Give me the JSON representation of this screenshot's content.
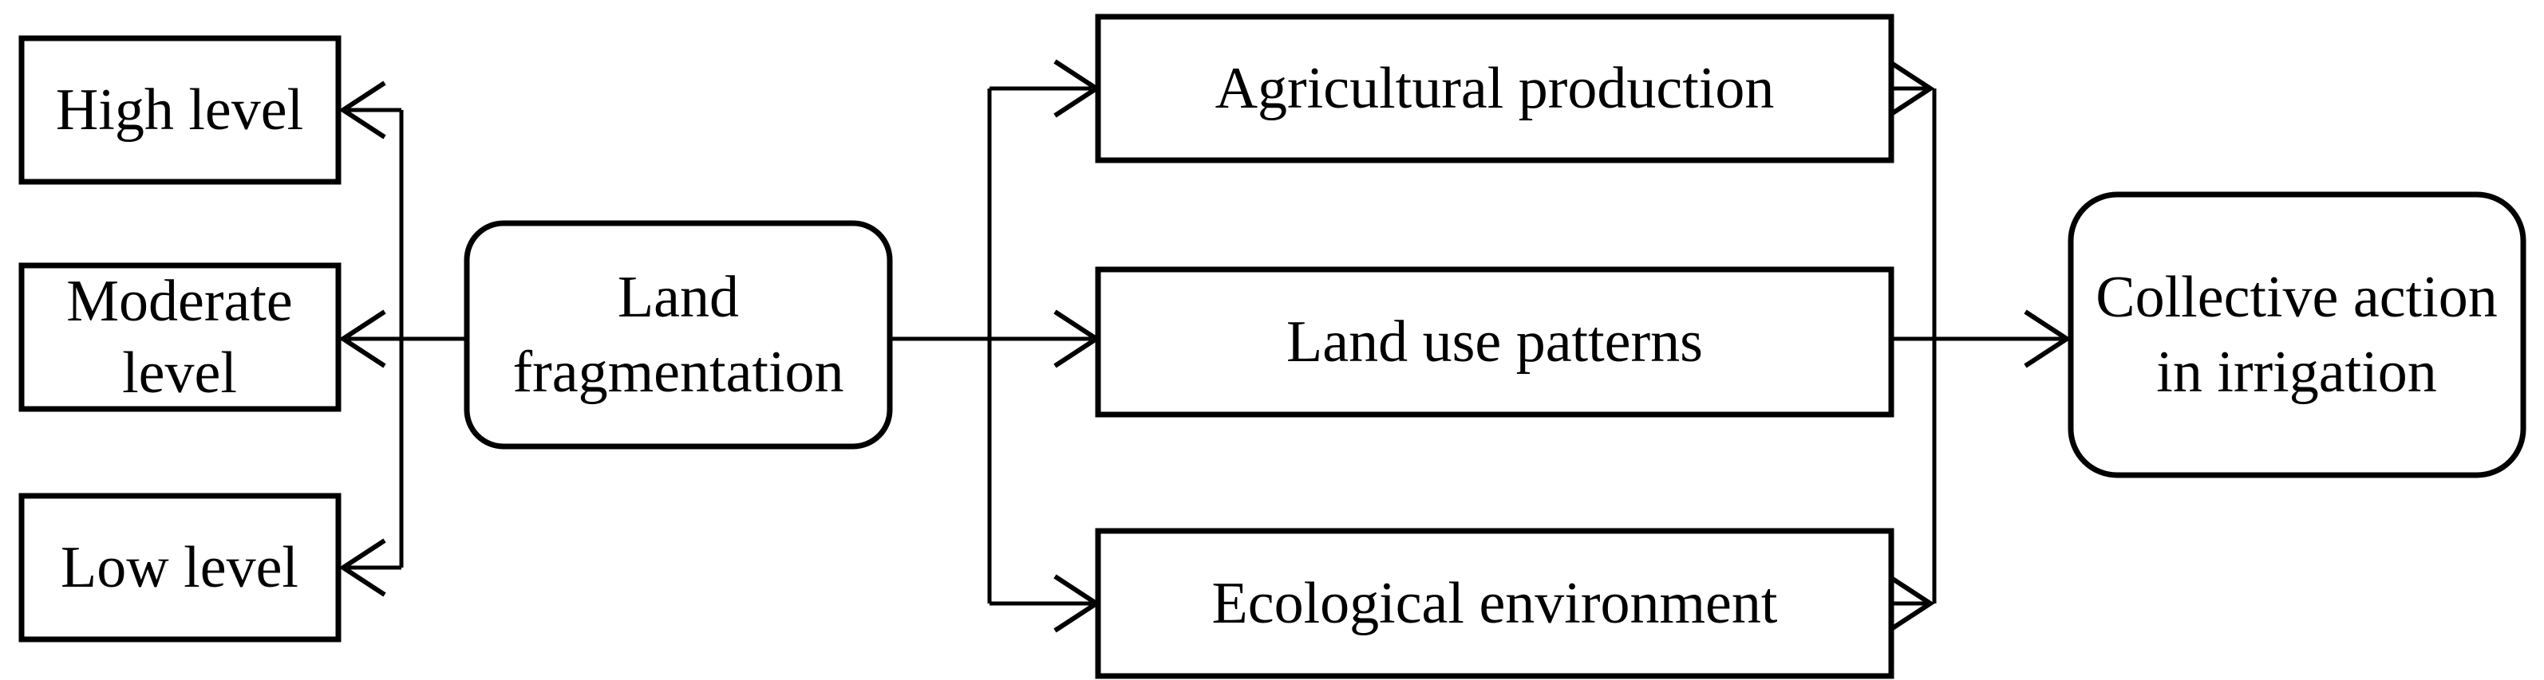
{
  "diagram": {
    "title": "Land fragmentation and collective action in irrigation flow diagram",
    "background_color": "#ffffff",
    "line_color": "#000000",
    "text_color": "#000000",
    "nodes": [
      {
        "id": "high-level",
        "shape": "rectangle",
        "label": "High level",
        "lines": [
          "High level"
        ]
      },
      {
        "id": "moderate-level",
        "shape": "rectangle",
        "label": "Moderate level",
        "lines": [
          "Moderate",
          "level"
        ]
      },
      {
        "id": "low-level",
        "shape": "rectangle",
        "label": "Low level",
        "lines": [
          "Low level"
        ]
      },
      {
        "id": "land-fragmentation",
        "shape": "rounded-rectangle",
        "label": "Land fragmentation",
        "lines": [
          "Land",
          "fragmentation"
        ]
      },
      {
        "id": "agricultural-production",
        "shape": "rectangle",
        "label": "Agricultural production",
        "lines": [
          "Agricultural production"
        ]
      },
      {
        "id": "land-use-patterns",
        "shape": "rectangle",
        "label": "Land use patterns",
        "lines": [
          "Land use patterns"
        ]
      },
      {
        "id": "ecological-environment",
        "shape": "rectangle",
        "label": "Ecological environment",
        "lines": [
          "Ecological environment"
        ]
      },
      {
        "id": "collective-action",
        "shape": "rounded-rectangle",
        "label": "Collective action in irrigation",
        "lines": [
          "Collective action",
          "in irrigation"
        ]
      }
    ],
    "edges": [
      {
        "from": "land-fragmentation",
        "to": "high-level",
        "arrow": "open-chevron"
      },
      {
        "from": "land-fragmentation",
        "to": "moderate-level",
        "arrow": "open-chevron"
      },
      {
        "from": "land-fragmentation",
        "to": "low-level",
        "arrow": "open-chevron"
      },
      {
        "from": "land-fragmentation",
        "to": "agricultural-production",
        "arrow": "open-chevron"
      },
      {
        "from": "land-fragmentation",
        "to": "land-use-patterns",
        "arrow": "open-chevron"
      },
      {
        "from": "land-fragmentation",
        "to": "ecological-environment",
        "arrow": "open-chevron"
      },
      {
        "from": "agricultural-production",
        "to": "collective-action",
        "arrow": "open-chevron"
      },
      {
        "from": "land-use-patterns",
        "to": "collective-action",
        "arrow": "open-chevron"
      },
      {
        "from": "ecological-environment",
        "to": "collective-action",
        "arrow": "open-chevron"
      }
    ]
  }
}
